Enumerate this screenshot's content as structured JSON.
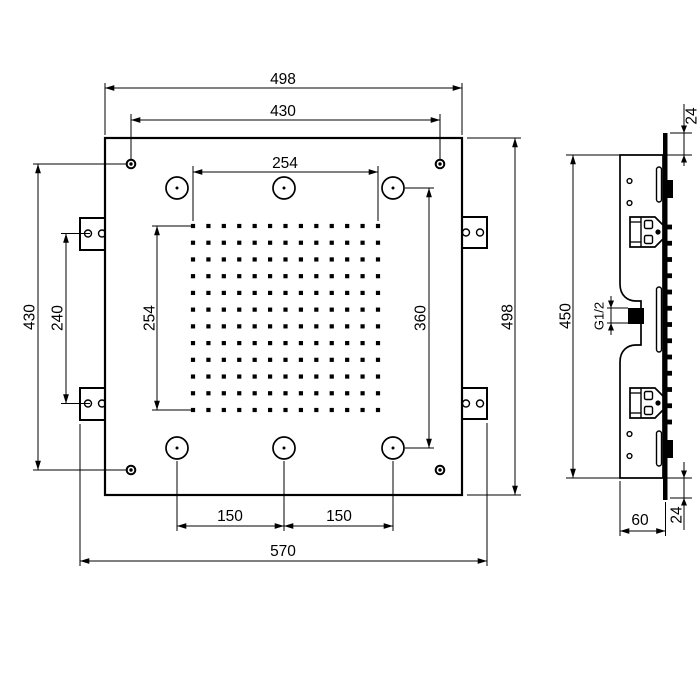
{
  "drawing": {
    "front_view": {
      "dimensions": {
        "panel_width_top": "498",
        "screw_hole_spacing_top": "430",
        "nozzle_grid_width": "254",
        "screw_hole_spacing_left": "430",
        "bracket_spacing_left": "240",
        "nozzle_grid_height": "254",
        "led_hole_spacing_right": "360",
        "panel_height_right": "498",
        "led_spacing_bottom_left": "150",
        "led_spacing_bottom_right": "150",
        "overall_width_bottom": "570"
      },
      "nozzle_grid": {
        "cols": 13,
        "rows": 12
      }
    },
    "side_view": {
      "dimensions": {
        "plate_overhang_top": "24",
        "housing_height": "450",
        "inlet_connection": "G1/2",
        "housing_depth": "60",
        "plate_overhang_bottom": "24"
      },
      "nozzle_ticks": 13
    }
  }
}
